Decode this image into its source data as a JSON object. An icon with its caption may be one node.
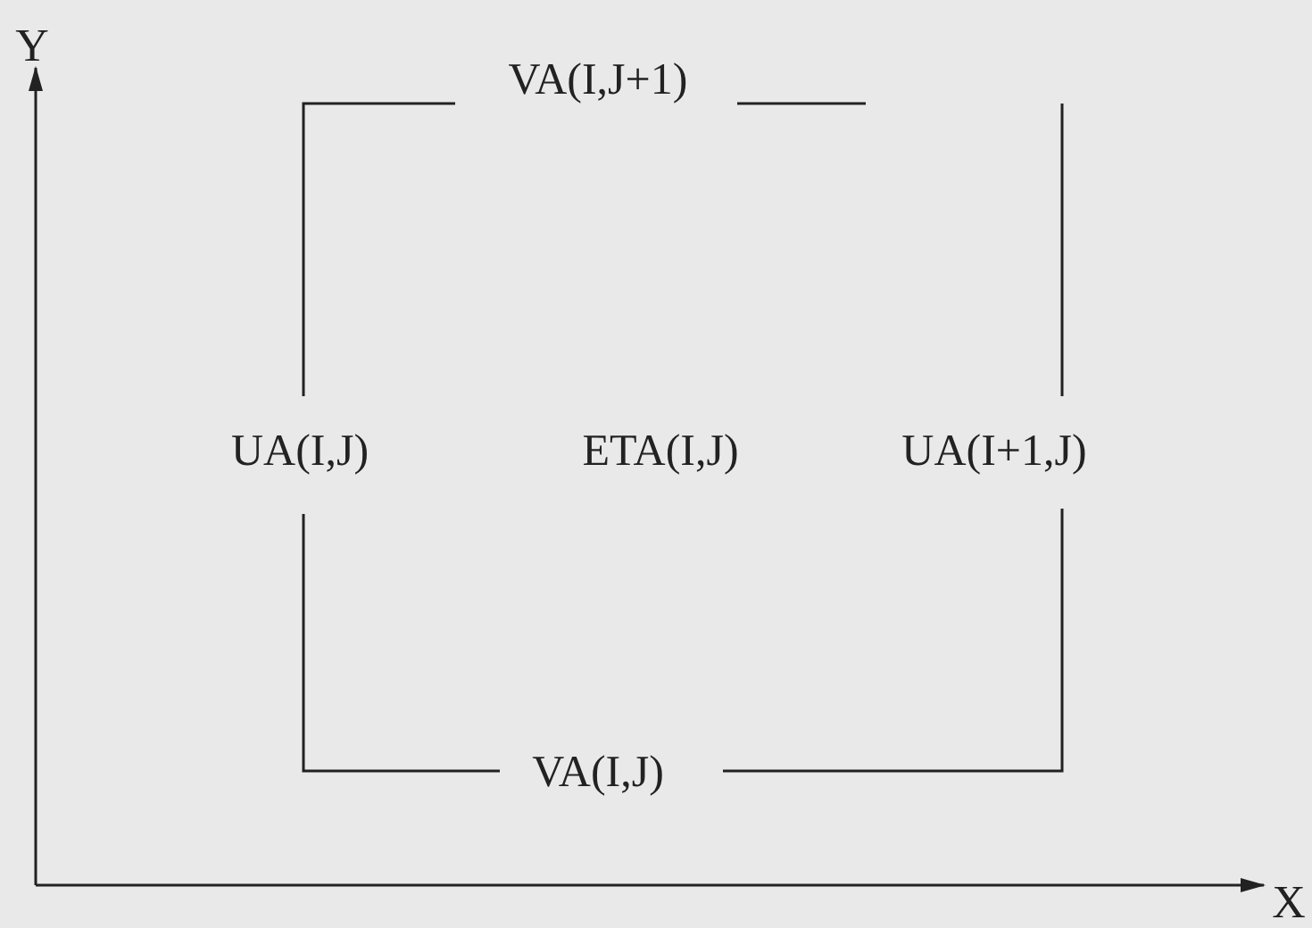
{
  "diagram": {
    "labels": [
      "Y",
      "VA(I,J+1)",
      "UA(I,J)",
      "ETA(I,J)",
      "UA(I+1,J)",
      "VA(I,J)",
      "X"
    ]
  }
}
